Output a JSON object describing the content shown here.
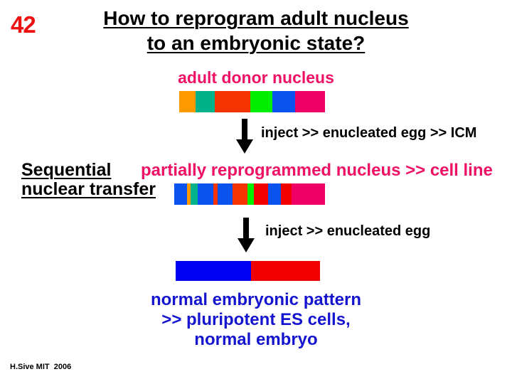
{
  "slide": {
    "number": "42",
    "title": [
      "How to reprogram adult nucleus",
      "to an embryonic state?"
    ],
    "credit": "H.Sive MIT  2006"
  },
  "colors": {
    "slide_number_red": "#ee1111",
    "magenta_text": "#ee1166",
    "blue_text": "#1515d0",
    "black_text": "#000000",
    "segment_orange": "#ff9900",
    "segment_teal": "#00b289",
    "segment_red_orange": "#f43300",
    "segment_green": "#00ee00",
    "segment_bright_blue": "#0a53ee",
    "segment_pink": "#ee0066",
    "segment_red": "#f20000",
    "segment_pure_blue": "#0000f2"
  },
  "steps": {
    "adult_label": "adult donor nucleus",
    "inject1_label": "inject >> enucleated egg >> ICM",
    "sequential_label": [
      "Sequential",
      "nuclear transfer"
    ],
    "partial_label": "partially reprogrammed nucleus >> cell line",
    "inject2_label": "inject >> enucleated egg",
    "normal_label": [
      "normal embryonic pattern",
      ">> pluripotent ES cells,",
      "normal embryo"
    ]
  },
  "bars": {
    "adult_nucleus": {
      "segments": [
        {
          "color": "#ff9900",
          "w": 23
        },
        {
          "color": "#00b289",
          "w": 27
        },
        {
          "color": "#f43300",
          "w": 50
        },
        {
          "color": "#00ee00",
          "w": 31
        },
        {
          "color": "#0a53ee",
          "w": 32
        },
        {
          "color": "#ee0066",
          "w": 42
        }
      ]
    },
    "partial_nucleus": {
      "segments": [
        {
          "color": "#0a53ee",
          "w": 18
        },
        {
          "color": "#ff9900",
          "w": 5
        },
        {
          "color": "#00b289",
          "w": 10
        },
        {
          "color": "#0a53ee",
          "w": 22
        },
        {
          "color": "#f43300",
          "w": 6
        },
        {
          "color": "#0a53ee",
          "w": 21
        },
        {
          "color": "#f43300",
          "w": 21
        },
        {
          "color": "#00ee00",
          "w": 9
        },
        {
          "color": "#f20000",
          "w": 20
        },
        {
          "color": "#0a53ee",
          "w": 18
        },
        {
          "color": "#f20000",
          "w": 15
        },
        {
          "color": "#ee0066",
          "w": 47
        }
      ]
    },
    "embryonic_nucleus": {
      "segments": [
        {
          "color": "#0000f2",
          "w": 106
        },
        {
          "color": "#f20000",
          "w": 97
        }
      ]
    }
  }
}
